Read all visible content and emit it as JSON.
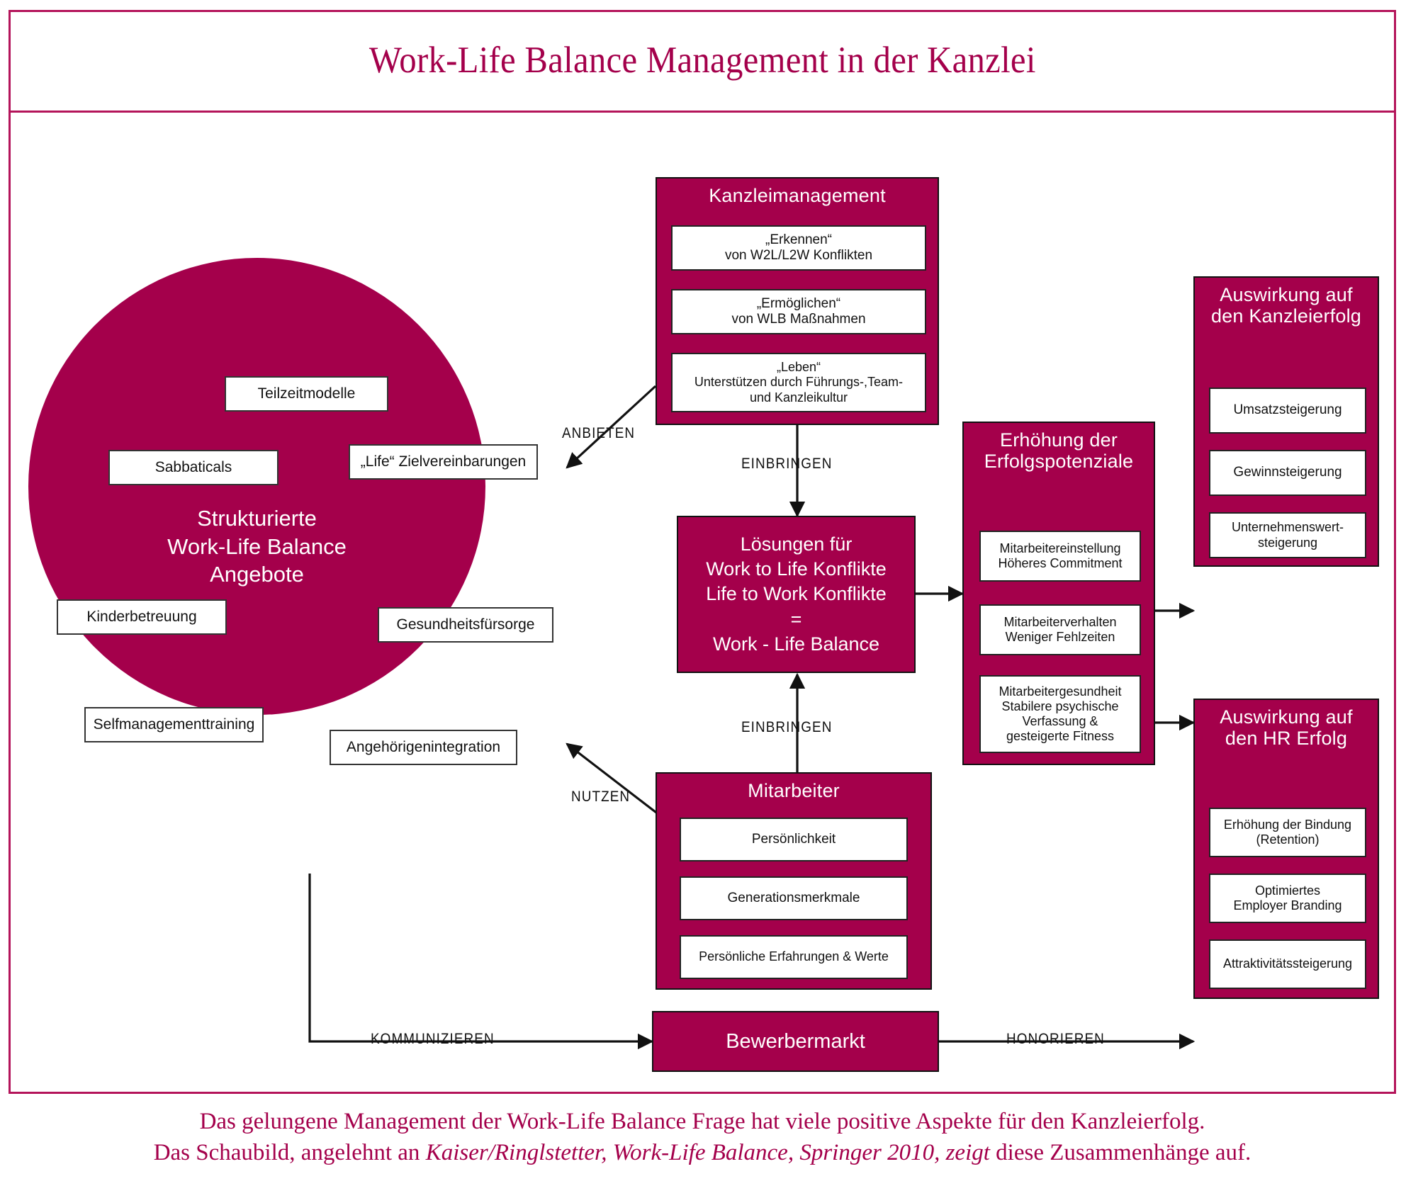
{
  "page": {
    "title": "Work-Life Balance Management in der Kanzlei",
    "accent_color": "#A4004B",
    "frame_color": "#B4145A",
    "box_fill": "#A4004B",
    "chip_fill": "#FFFFFF"
  },
  "circle": {
    "title_line1": "Strukturierte",
    "title_line2": "Work-Life Balance",
    "title_line3": "Angebote",
    "chips": [
      {
        "label": "Teilzeitmodelle"
      },
      {
        "label": "Sabbaticals"
      },
      {
        "label": "„Life“ Zielvereinbarungen"
      },
      {
        "label": "Kinderbetreuung"
      },
      {
        "label": "Gesundheitsfürsorge"
      },
      {
        "label": "Selfmanagementtraining"
      },
      {
        "label": "Angehörigenintegration"
      }
    ]
  },
  "kanzleimanagement": {
    "title": "Kanzleimanagement",
    "items": [
      {
        "line1": "„Erkennen“",
        "line2": "von W2L/L2W Konflikten",
        "line3": ""
      },
      {
        "line1": "„Ermöglichen“",
        "line2": "von WLB Maßnahmen",
        "line3": ""
      },
      {
        "line1": "„Leben“",
        "line2": "Unterstützen durch Führungs-,Team-",
        "line3": "und Kanzleikultur"
      }
    ]
  },
  "solutions": {
    "line1": "Lösungen für",
    "line2": "Work to Life Konflikte",
    "line3": "Life to Work Konflikte",
    "line4": "=",
    "line5": "Work - Life Balance"
  },
  "mitarbeiter": {
    "title": "Mitarbeiter",
    "items": [
      {
        "label": "Persönlichkeit"
      },
      {
        "label": "Generationsmerkmale"
      },
      {
        "label": "Persönliche Erfahrungen & Werte"
      }
    ]
  },
  "bewerbermarkt": {
    "title": "Bewerbermarkt"
  },
  "erfolgspotenziale": {
    "title_line1": "Erhöhung der",
    "title_line2": "Erfolgspotenziale",
    "items": [
      {
        "line1": "Mitarbeitereinstellung",
        "line2": "Höheres Commitment",
        "line3": "",
        "line4": ""
      },
      {
        "line1": "Mitarbeiterverhalten",
        "line2": "Weniger Fehlzeiten",
        "line3": "",
        "line4": ""
      },
      {
        "line1": "Mitarbeitergesundheit",
        "line2": "Stabilere psychische",
        "line3": "Verfassung &",
        "line4": "gesteigerte Fitness"
      }
    ]
  },
  "kanzleierfolg": {
    "title_line1": "Auswirkung auf",
    "title_line2": "den Kanzleierfolg",
    "items": [
      {
        "line1": "Umsatzsteigerung",
        "line2": ""
      },
      {
        "line1": "Gewinnsteigerung",
        "line2": ""
      },
      {
        "line1": "Unternehmenswert-",
        "line2": "steigerung"
      }
    ]
  },
  "hr_erfolg": {
    "title_line1": "Auswirkung auf",
    "title_line2": "den HR Erfolg",
    "items": [
      {
        "line1": "Erhöhung der Bindung",
        "line2": "(Retention)"
      },
      {
        "line1": "Optimiertes",
        "line2": "Employer Branding"
      },
      {
        "line1": "Attraktivitätssteigerung",
        "line2": ""
      }
    ]
  },
  "flow_labels": {
    "anbieten": "ANBIETEN",
    "einbringen_top": "EINBRINGEN",
    "einbringen_bottom": "EINBRINGEN",
    "nutzen": "NUTZEN",
    "kommunizieren": "KOMMUNIZIEREN",
    "honorieren": "HONORIEREN"
  },
  "caption": {
    "line1": "Das gelungene Management der Work-Life Balance Frage hat viele positive Aspekte für den Kanzleierfolg.",
    "line2_a": "Das Schaubild, angelehnt an ",
    "line2_italic": "Kaiser/Ringlstetter, Work-Life Balance, Springer 2010, zeigt",
    "line2_b": " diese Zusammenhänge auf."
  }
}
